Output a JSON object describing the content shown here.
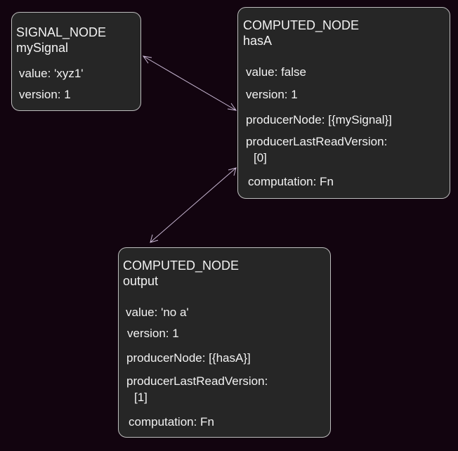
{
  "colors": {
    "background": "#12040f",
    "node_fill": "#262626",
    "node_border": "#bdbdbd",
    "text": "#f2f2f2",
    "arrow": "#c9b8d4",
    "highlight_circle": "#b3262e"
  },
  "nodes": {
    "signal": {
      "type": "SIGNAL_NODE",
      "name": "mySignal",
      "props": {
        "value": "value: 'xyz1'",
        "version": "version: 1"
      }
    },
    "hasA": {
      "type": "COMPUTED_NODE",
      "name": "hasA",
      "props": {
        "value": "value: false",
        "version": "version: 1",
        "producerNode": "producerNode: [{mySignal}]",
        "producerLastReadVersion_label": "producerLastReadVersion:",
        "producerLastReadVersion_value": "[0]",
        "computation": "computation: Fn"
      }
    },
    "output": {
      "type": "COMPUTED_NODE",
      "name": "output",
      "props": {
        "value": "value: 'no a'",
        "version": "version: 1",
        "producerNode": "producerNode: [{hasA}]",
        "producerLastReadVersion_label": "producerLastReadVersion:",
        "producerLastReadVersion_value": "[1]",
        "computation": "computation: Fn"
      }
    }
  },
  "edges": [
    {
      "from": "signal",
      "to": "hasA",
      "bidirectional": true
    },
    {
      "from": "hasA",
      "to": "output",
      "bidirectional": true
    }
  ],
  "highlights": [
    {
      "target": "hasA.version"
    },
    {
      "target": "output.producerLastReadVersion"
    }
  ]
}
